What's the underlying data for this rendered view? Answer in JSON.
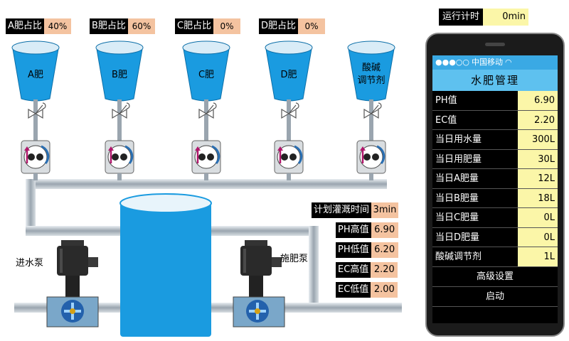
{
  "ratios": [
    {
      "label": "A肥占比",
      "value": "40%"
    },
    {
      "label": "B肥占比",
      "value": "60%"
    },
    {
      "label": "C肥占比",
      "value": "0%"
    },
    {
      "label": "D肥占比",
      "value": "0%"
    }
  ],
  "tanks": [
    {
      "line1": "A肥",
      "line2": ""
    },
    {
      "line1": "B肥",
      "line2": ""
    },
    {
      "line1": "C肥",
      "line2": ""
    },
    {
      "line1": "D肥",
      "line2": ""
    },
    {
      "line1": "酸碱",
      "line2": "调节剂"
    }
  ],
  "pumps": {
    "inlet_label": "进水泵",
    "dosing_label": "施肥泵"
  },
  "params": [
    {
      "label": "计划灌溉时间",
      "value": "3min"
    },
    {
      "label": "PH高值",
      "value": "6.90"
    },
    {
      "label": "PH低值",
      "value": "6.20"
    },
    {
      "label": "EC高值",
      "value": "2.20"
    },
    {
      "label": "EC低值",
      "value": "2.00"
    }
  ],
  "timer": {
    "label": "运行计时",
    "value": "0min"
  },
  "phone": {
    "carrier": "中国移动",
    "title": "水肥管理",
    "rows": [
      {
        "label": "PH值",
        "value": "6.90"
      },
      {
        "label": "EC值",
        "value": "2.20"
      },
      {
        "label": "当日用水量",
        "value": "300L"
      },
      {
        "label": "当日用肥量",
        "value": "30L"
      },
      {
        "label": "当日A肥量",
        "value": "12L"
      },
      {
        "label": "当日B肥量",
        "value": "18L"
      },
      {
        "label": "当日C肥量",
        "value": "0L"
      },
      {
        "label": "当日D肥量",
        "value": "0L"
      },
      {
        "label": "酸碱调节剂",
        "value": "1L"
      }
    ],
    "advanced_label": "高级设置",
    "start_label": "启动"
  },
  "colors": {
    "tank_blue": "#1a9be0",
    "value_orange": "#f4c3a0",
    "value_yellow": "#fbf6a8",
    "pipe_gray": "#a9b2bc"
  }
}
